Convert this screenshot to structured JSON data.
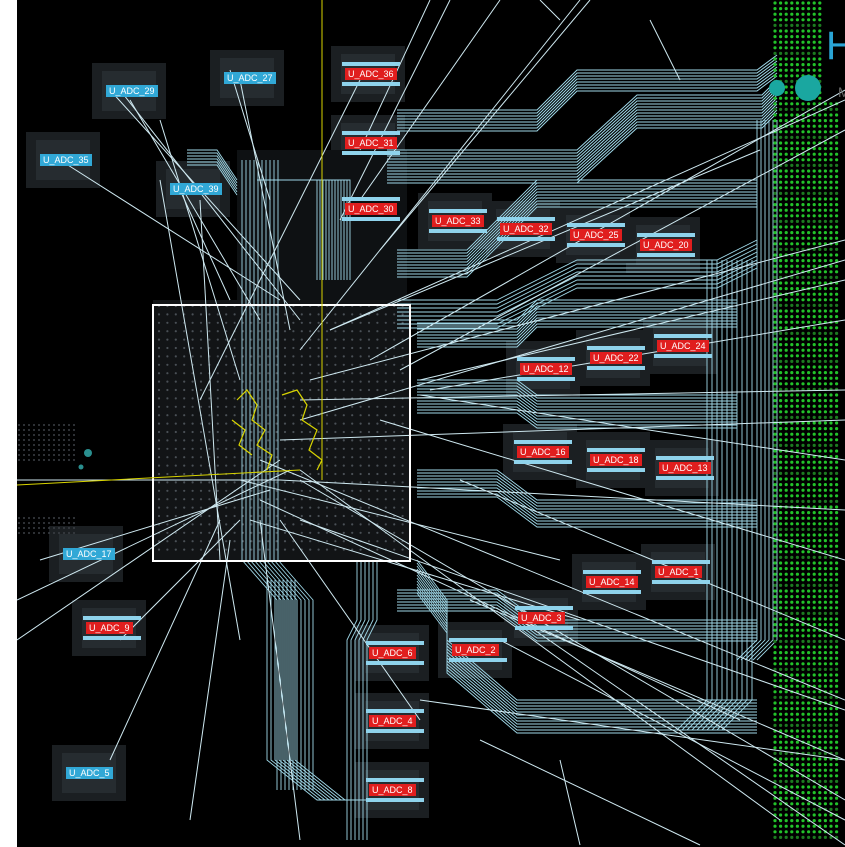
{
  "layout_view": {
    "components": [
      {
        "ref": "U_ADC_36",
        "status": "selected",
        "color": "#e01e1e"
      },
      {
        "ref": "U_ADC_31",
        "status": "selected",
        "color": "#e01e1e"
      },
      {
        "ref": "U_ADC_30",
        "status": "selected",
        "color": "#e01e1e"
      },
      {
        "ref": "U_ADC_33",
        "status": "selected",
        "color": "#e01e1e"
      },
      {
        "ref": "U_ADC_32",
        "status": "selected",
        "color": "#e01e1e"
      },
      {
        "ref": "U_ADC_25",
        "status": "selected",
        "color": "#e01e1e"
      },
      {
        "ref": "U_ADC_20",
        "status": "selected",
        "color": "#e01e1e"
      },
      {
        "ref": "U_ADC_22",
        "status": "selected",
        "color": "#e01e1e"
      },
      {
        "ref": "U_ADC_24",
        "status": "selected",
        "color": "#e01e1e"
      },
      {
        "ref": "U_ADC_12",
        "status": "selected",
        "color": "#e01e1e"
      },
      {
        "ref": "U_ADC_16",
        "status": "selected",
        "color": "#e01e1e"
      },
      {
        "ref": "U_ADC_18",
        "status": "selected",
        "color": "#e01e1e"
      },
      {
        "ref": "U_ADC_13",
        "status": "selected",
        "color": "#e01e1e"
      },
      {
        "ref": "U_ADC_14",
        "status": "selected",
        "color": "#e01e1e"
      },
      {
        "ref": "U_ADC_1",
        "status": "selected",
        "color": "#e01e1e"
      },
      {
        "ref": "U_ADC_3",
        "status": "selected",
        "color": "#e01e1e"
      },
      {
        "ref": "U_ADC_2",
        "status": "selected",
        "color": "#e01e1e"
      },
      {
        "ref": "U_ADC_6",
        "status": "selected",
        "color": "#e01e1e"
      },
      {
        "ref": "U_ADC_4",
        "status": "selected",
        "color": "#e01e1e"
      },
      {
        "ref": "U_ADC_8",
        "status": "selected",
        "color": "#e01e1e"
      },
      {
        "ref": "U_ADC_9",
        "status": "selected",
        "color": "#e01e1e"
      },
      {
        "ref": "U_ADC_29",
        "status": "unplaced",
        "color": "#31a8d6"
      },
      {
        "ref": "U_ADC_27",
        "status": "unplaced",
        "color": "#31a8d6"
      },
      {
        "ref": "U_ADC_35",
        "status": "unplaced",
        "color": "#31a8d6"
      },
      {
        "ref": "U_ADC_39",
        "status": "unplaced",
        "color": "#31a8d6"
      },
      {
        "ref": "U_ADC_17",
        "status": "unplaced",
        "color": "#31a8d6"
      },
      {
        "ref": "U_ADC_5",
        "status": "unplaced",
        "color": "#31a8d6"
      }
    ],
    "brand_letter": "H",
    "brand_sub": "M",
    "colors": {
      "board_background": "#000000",
      "trace": "#9fd8e8",
      "ratsnest": "#cfe9f1",
      "via_pad": "#22c22a",
      "selection_box": "#ffffff",
      "yellow_outline": "#d8d400"
    }
  }
}
